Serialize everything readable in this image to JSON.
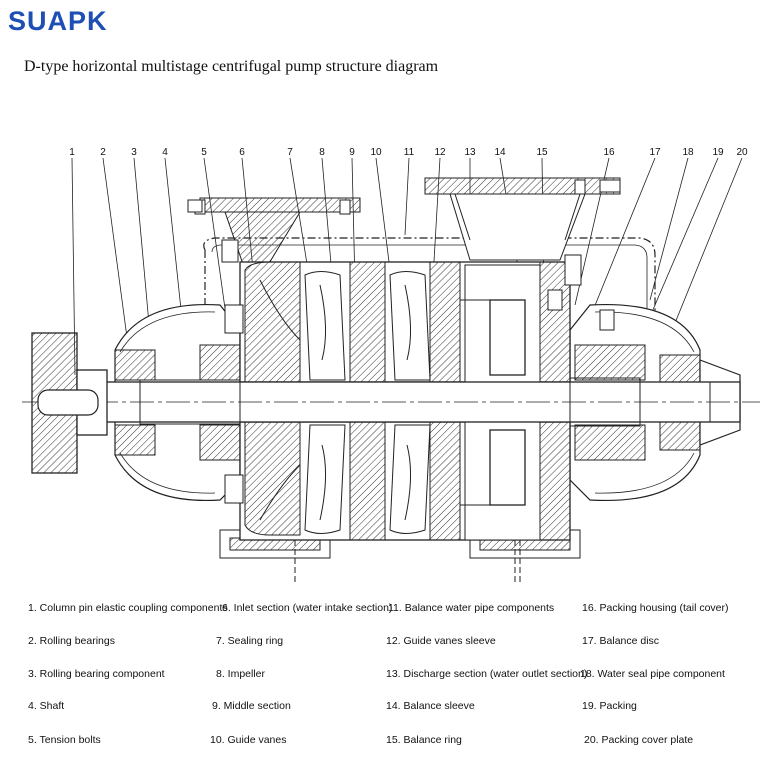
{
  "brand": {
    "logo_text": "SUAPK",
    "accent": "#1e4fb4"
  },
  "page": {
    "title": "D-type horizontal multistage centrifugal pump structure diagram"
  },
  "callout_numbers": [
    "1",
    "2",
    "3",
    "4",
    "5",
    "6",
    "7",
    "8",
    "9",
    "10",
    "11",
    "12",
    "13",
    "14",
    "15",
    "16",
    "17",
    "18",
    "19",
    "20"
  ],
  "legend": [
    "1. Column pin elastic coupling components",
    "2. Rolling bearings",
    "3. Rolling bearing component",
    "4. Shaft",
    "5. Tension bolts",
    "6. Inlet section (water intake section)",
    "7. Sealing ring",
    "8. Impeller",
    "9. Middle section",
    "10. Guide vanes",
    "11. Balance water pipe components",
    "12. Guide vanes sleeve",
    "13. Discharge section (water outlet section)",
    "14. Balance sleeve",
    "15. Balance ring",
    "16. Packing housing (tail cover)",
    "17. Balance disc",
    "18. Water seal pipe component",
    "19. Packing",
    "20. Packing cover plate"
  ]
}
